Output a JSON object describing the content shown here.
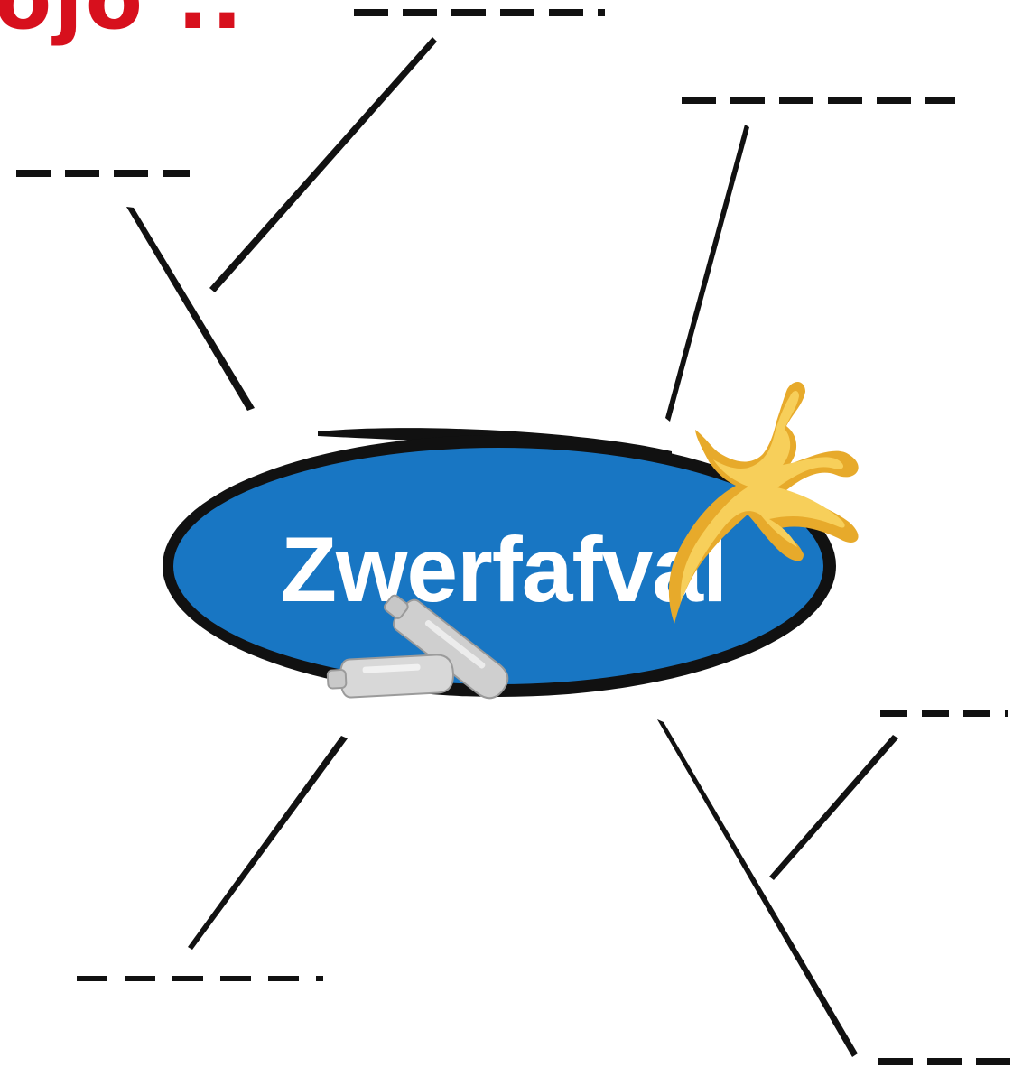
{
  "title_fragment": "ojo ..",
  "center_label": "Zwerfafval",
  "colors": {
    "title": "#d7101d",
    "ellipse_fill": "#1876c3",
    "ellipse_border": "#111111",
    "label": "#ffffff",
    "lines": "#111111",
    "banana": "#f1be3d",
    "cartridges": "#d8d8d8"
  },
  "icons": [
    "banana-peel-icon",
    "gas-cartridges-icon"
  ],
  "answer_blanks": [
    {
      "id": "top-center",
      "value": ""
    },
    {
      "id": "top-right",
      "value": ""
    },
    {
      "id": "upper-left",
      "value": ""
    },
    {
      "id": "middle-right",
      "value": ""
    },
    {
      "id": "bottom-left",
      "value": ""
    },
    {
      "id": "bottom-right",
      "value": ""
    }
  ]
}
